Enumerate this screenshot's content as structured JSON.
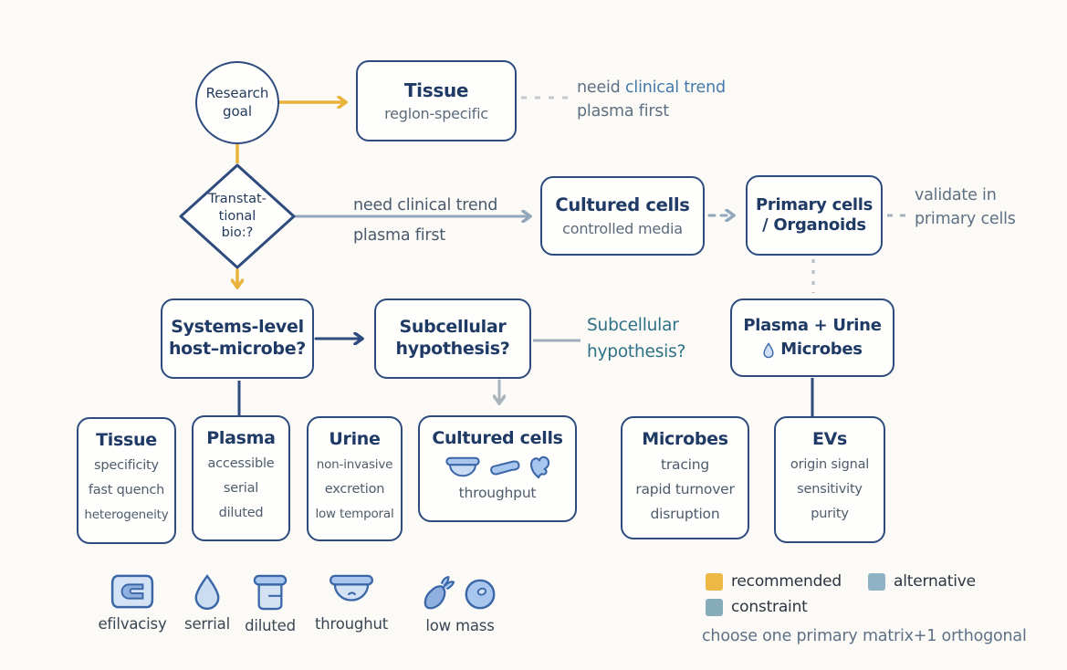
{
  "colors": {
    "background": "#fbfaf6",
    "node_border": "#2e4b7e",
    "title_text": "#1f3a64",
    "secondary_text": "#5c6b7a",
    "note_text": "#5e7083",
    "note_blue": "#4679a8",
    "teal_text": "#2e7086",
    "yellow_connector": "#e9b23b",
    "gray_connector": "#93a7ba",
    "icon_fill": "#cbddf3",
    "icon_stroke": "#3b66a8",
    "legend_recommended": "#edb843",
    "legend_alternative": "#8fb3c4",
    "legend_constraint": "#85acb8"
  },
  "flow": {
    "research_goal": {
      "line1": "Research",
      "line2": "goal"
    },
    "tissue": {
      "title": "Tissue",
      "subtitle": "reglon-specific"
    },
    "tissue_note": {
      "word1": "neeid",
      "rest": "clinical trend",
      "line2": "plasma first"
    },
    "translational": {
      "line1": "Transtat-",
      "line2": "tional",
      "line3": "bio:?"
    },
    "path_label": {
      "line1": "need clinical trend",
      "line2": "plasma first"
    },
    "cultured": {
      "title": "Cultured cells",
      "subtitle": "controlled media"
    },
    "primary": {
      "line1": "Primary cells",
      "line2": "/ Organoids"
    },
    "validate_note": {
      "line1": "validate in",
      "line2": "primary cells"
    },
    "systems": {
      "line1": "Systems-level",
      "line2": "host–microbe?"
    },
    "subcellular": {
      "line1": "Subcellular",
      "line2": "hypothesis?"
    },
    "subcellular_note": {
      "line1": "Subcellular",
      "line2": "hypothesis?"
    },
    "plasma_urine": {
      "line1": "Plasma + Urine",
      "line2": "Microbes"
    }
  },
  "cards": [
    {
      "title": "Tissue",
      "items": [
        "specificity",
        "fast quench",
        "heterogeneity"
      ]
    },
    {
      "title": "Plasma",
      "items": [
        "accessible",
        "serial",
        "diluted"
      ]
    },
    {
      "title": "Urine",
      "items": [
        "non-invasive",
        "excretion",
        "low temporal"
      ]
    },
    {
      "title": "Cultured cells",
      "items": [
        "throughput"
      ]
    },
    {
      "title": "Microbes",
      "items": [
        "tracing",
        "rapid turnover",
        "disruption"
      ]
    },
    {
      "title": "EVs",
      "items": [
        "origin signal",
        "sensitivity",
        "purity"
      ]
    }
  ],
  "icon_legend": [
    {
      "icon": "tissue-cassette-icon",
      "label": "efilvacisy"
    },
    {
      "icon": "droplet-icon",
      "label": "serrial"
    },
    {
      "icon": "container-icon",
      "label": "diluted"
    },
    {
      "icon": "dish-icon",
      "label": "throughut"
    },
    {
      "icon": "carrot-and-disc-icon",
      "label": "low mass"
    }
  ],
  "color_legend": {
    "recommended": "recommended",
    "alternative": "alternative",
    "constraint": "constraint",
    "note": "choose one primary matrix+1 orthogonal"
  }
}
